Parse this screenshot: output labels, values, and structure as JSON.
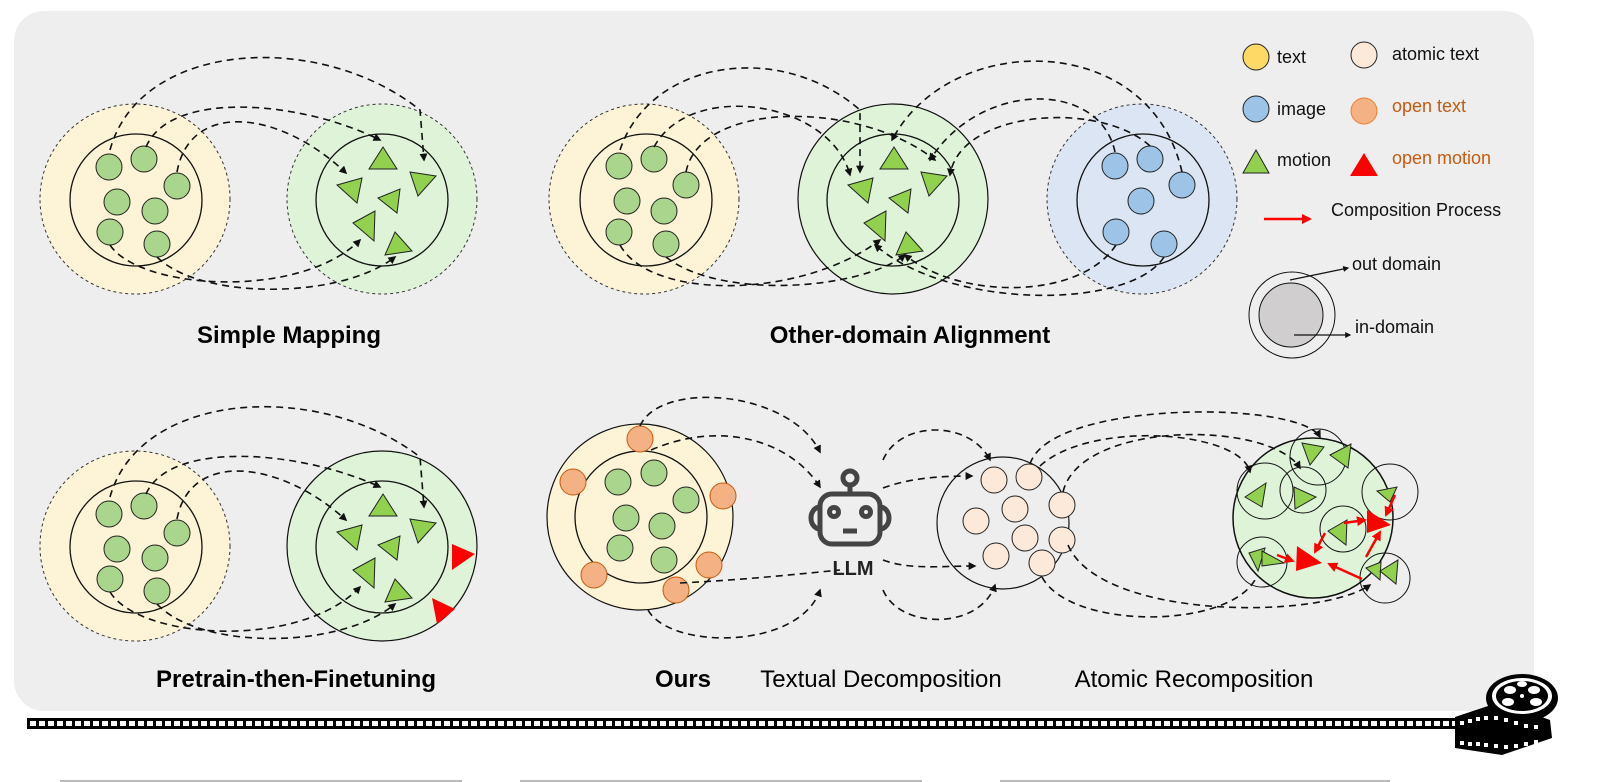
{
  "colors": {
    "panel_bg": "#eeeeee",
    "text_domain": "#fdf3d6",
    "motion_domain": "#dff3d9",
    "image_domain": "#dce5f3",
    "text_node": "#a9d58c",
    "image_node": "#9dc3e6",
    "atomic_node": "#fde9d9",
    "open_text_node": "#f4b183",
    "open_text_stroke": "#c55a11",
    "motion_node": "#92d050",
    "open_motion": "#ff0000",
    "composition_arrow": "#ff0000",
    "open_label": "#c55a11",
    "legend_text_swatch": "#ffd966",
    "in_domain_swatch": "#d0cece"
  },
  "panels": {
    "simple_mapping": {
      "title": "Simple Mapping"
    },
    "other_domain": {
      "title": "Other-domain Alignment"
    },
    "pretrain": {
      "title": "Pretrain-then-Finetuning"
    },
    "ours": {
      "title": "Ours",
      "stage1": "Textual Decomposition",
      "stage2": "Atomic Recomposition",
      "llm_label": "LLM"
    }
  },
  "legend": {
    "items": [
      {
        "key": "text",
        "label": "text"
      },
      {
        "key": "atomic_text",
        "label": "atomic text"
      },
      {
        "key": "image",
        "label": "image"
      },
      {
        "key": "open_text",
        "label": "open text"
      },
      {
        "key": "motion",
        "label": "motion"
      },
      {
        "key": "open_motion",
        "label": "open motion"
      },
      {
        "key": "composition",
        "label": "Composition Process"
      }
    ],
    "out_domain": "out domain",
    "in_domain": "in-domain"
  }
}
